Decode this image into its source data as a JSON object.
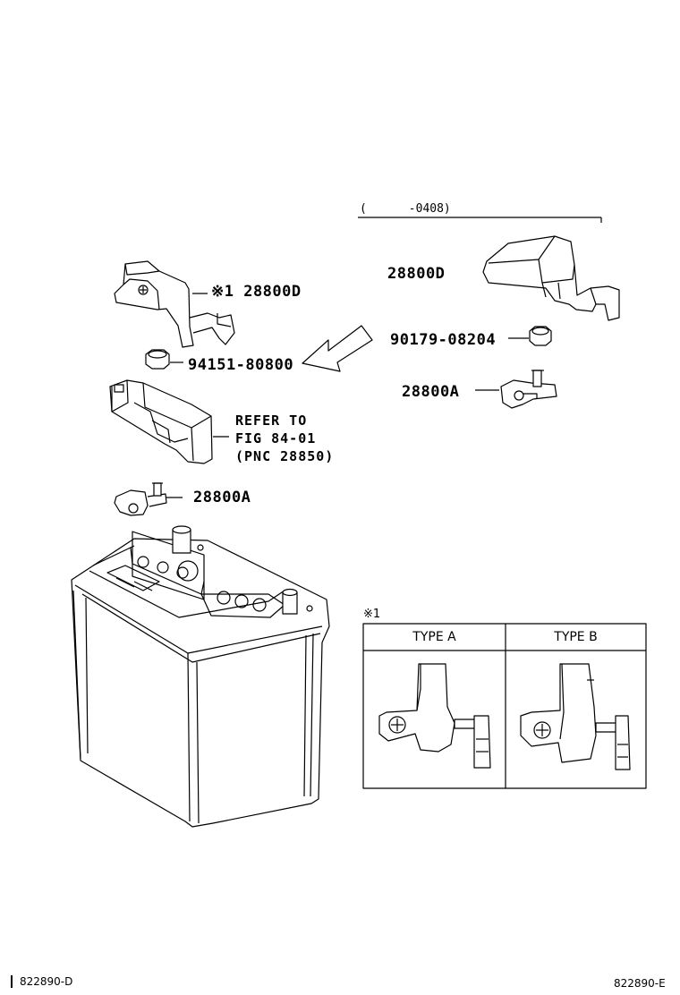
{
  "figure": {
    "date_range": "(      -0408)",
    "labels": {
      "cover_left": "※1 28800D",
      "cover_right": "28800D",
      "nut_left": "94151-80800",
      "nut_right": "90179-08204",
      "terminal_right": "28800A",
      "terminal_left": "28800A",
      "refer_line1": "REFER TO",
      "refer_line2": "FIG 84-01",
      "refer_line3": "(PNC 28850)"
    },
    "detail_table": {
      "note_mark": "※1",
      "type_a": "TYPE A",
      "type_b": "TYPE B"
    },
    "footer": {
      "left_code": "822890-D",
      "right_code": "822890-E"
    }
  }
}
